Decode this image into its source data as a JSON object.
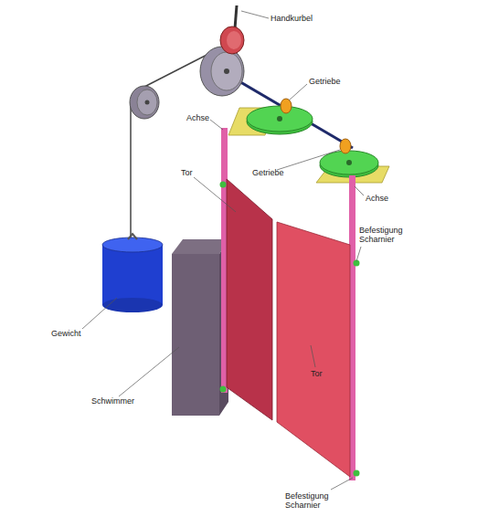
{
  "diagram": {
    "labels": [
      "Handkurbel",
      "Getriebe",
      "Achse",
      "Tor",
      "Getriebe",
      "Achse",
      "Befestigung Scharnier",
      "Gewicht",
      "Schwimmer",
      "Tor",
      "Befestigung Scharnier"
    ]
  }
}
